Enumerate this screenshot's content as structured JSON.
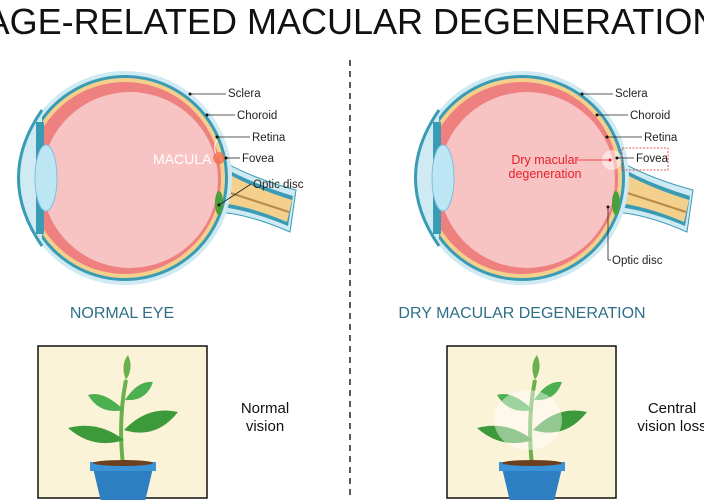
{
  "title": "AGE-RELATED MACULAR DEGENERATION",
  "normal": {
    "caption": "NORMAL EYE",
    "labels": {
      "sclera": "Sclera",
      "choroid": "Choroid",
      "retina": "Retina",
      "fovea": "Fovea",
      "optic_disc": "Optic disc",
      "macula": "MACULA"
    },
    "vision": [
      "Normal",
      "vision"
    ]
  },
  "dry": {
    "caption": "DRY MACULAR DEGENERATION",
    "labels": {
      "sclera": "Sclera",
      "choroid": "Choroid",
      "retina": "Retina",
      "fovea": "Fovea",
      "optic_disc": "Optic disc",
      "dry_amd": [
        "Dry macular",
        "degeneration"
      ]
    },
    "vision": [
      "Central",
      "vision loss"
    ]
  },
  "colors": {
    "caption": "#2f6f86",
    "highlight": "#e8202a"
  }
}
